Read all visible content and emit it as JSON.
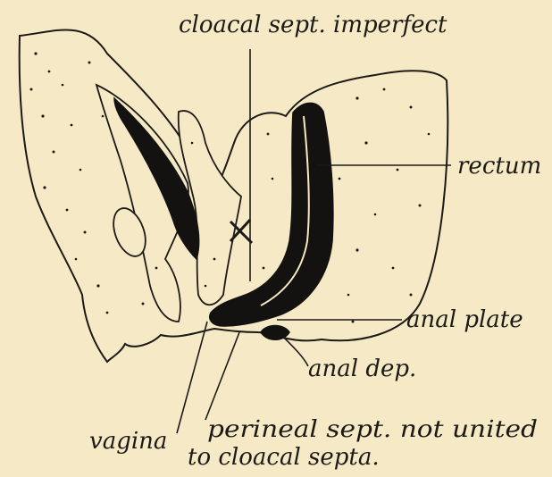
{
  "labels": {
    "cloacal_septum": "cloacal sept. imperfect",
    "rectum": "rectum",
    "anal_plate": "anal plate",
    "anal_dep": "anal dep.",
    "vagina": "vagina",
    "perineal_line1": "perineal sept. not united",
    "perineal_line2": "to cloacal septa."
  },
  "colors": {
    "paper": "#f6eac6",
    "ink": "#1c1a16"
  }
}
